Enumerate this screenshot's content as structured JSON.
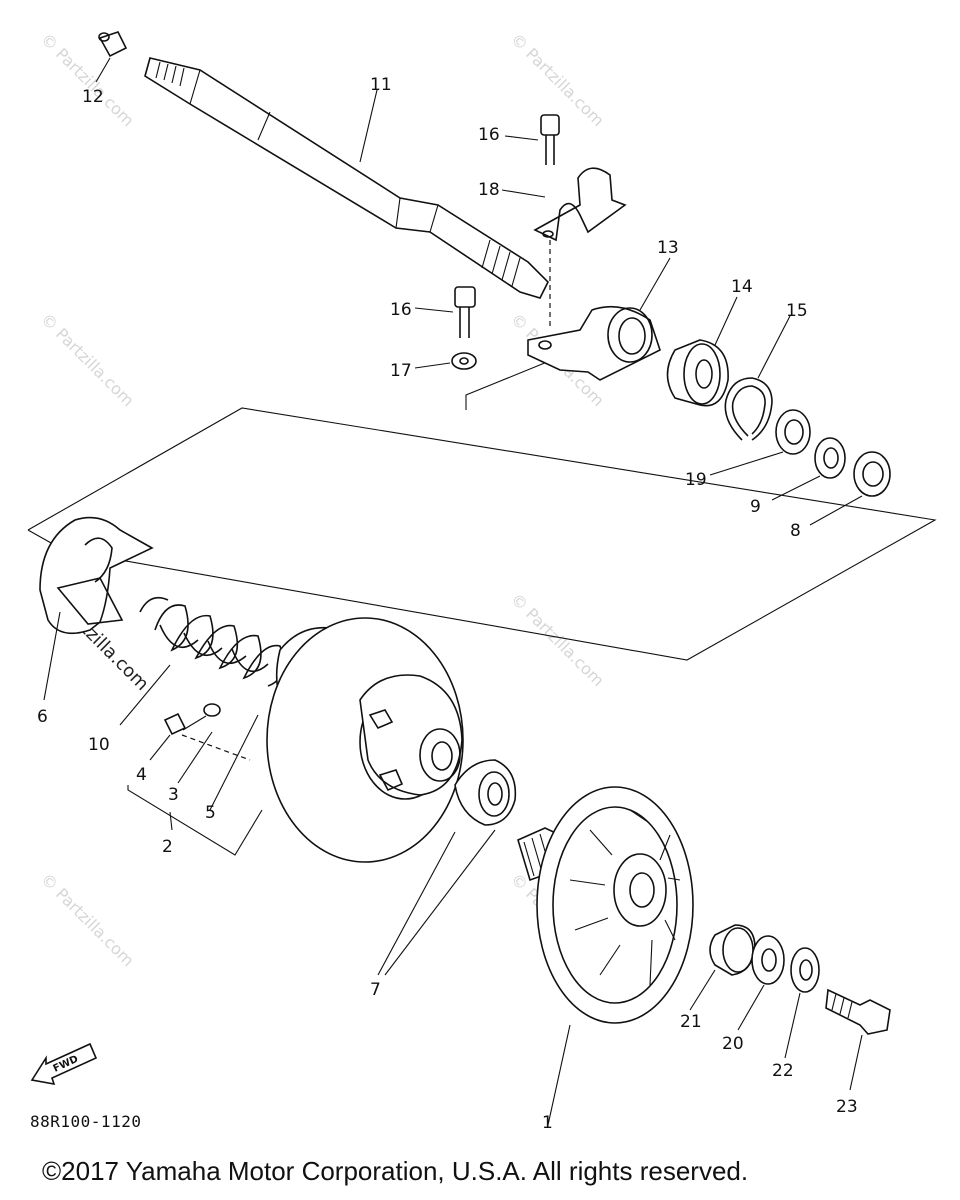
{
  "watermark": "© Partzilla.com",
  "brand_watermark": "Partzilla.com",
  "diagram_code": "88R100-1120",
  "copyright": "©2017  Yamaha Motor Corporation, U.S.A. All rights reserved.",
  "fwd_label": "FWD",
  "parts": {
    "p1": "1",
    "p2": "2",
    "p3": "3",
    "p4": "4",
    "p5": "5",
    "p6": "6",
    "p7": "7",
    "p8": "8",
    "p9": "9",
    "p10": "10",
    "p11": "11",
    "p12": "12",
    "p13": "13",
    "p14": "14",
    "p15": "15",
    "p16a": "16",
    "p16b": "16",
    "p17": "17",
    "p18": "18",
    "p19": "19",
    "p20": "20",
    "p21": "21",
    "p22": "22",
    "p23": "23"
  }
}
